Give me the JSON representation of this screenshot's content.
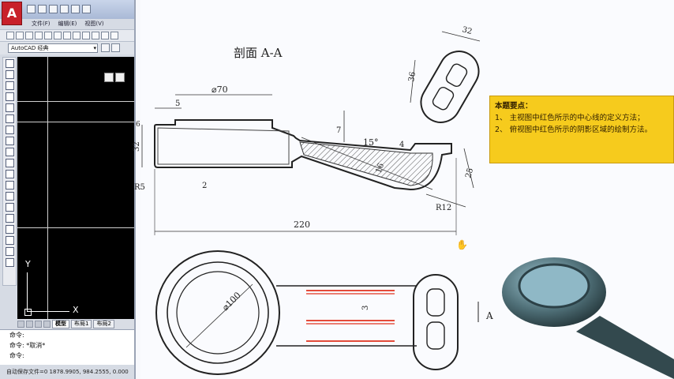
{
  "acad": {
    "menu": [
      "文件(F)",
      "编辑(E)",
      "视图(V)"
    ],
    "workspace": "AutoCAD 经典",
    "tabs": [
      "模型",
      "布局1",
      "布局2"
    ],
    "command_lines": [
      "命令:",
      "命令: *取消*",
      "命令:"
    ],
    "status_text": "自动保存文件=0  1878.9905, 984.2555, 0.000",
    "ucs": {
      "x_label": "X",
      "y_label": "Y"
    }
  },
  "drawing": {
    "title": "剖面  A-A",
    "dims": {
      "d70": "⌀70",
      "d5": "5",
      "d32_top": "32",
      "d36": "36",
      "d7": "7",
      "d15deg": "15°",
      "d4": "4",
      "d16": "16",
      "d25": "25",
      "r12": "R12",
      "r5": "R5",
      "d2": "2",
      "d32_left": "32",
      "d6": "6",
      "d220": "220",
      "d100": "⌀100",
      "d3": "3",
      "a": "A"
    }
  },
  "note": {
    "heading": "本题要点：",
    "items": [
      "1、 主视图中红色所示的中心线的定义方法；",
      "2、 俯视图中红色所示的阴影区域的绘制方法。"
    ]
  },
  "colors": {
    "acad_red": "#c8202a",
    "note_yellow": "#f6cb1d",
    "red_lines": "#e0321e",
    "render_teal": "#3e5f66"
  }
}
